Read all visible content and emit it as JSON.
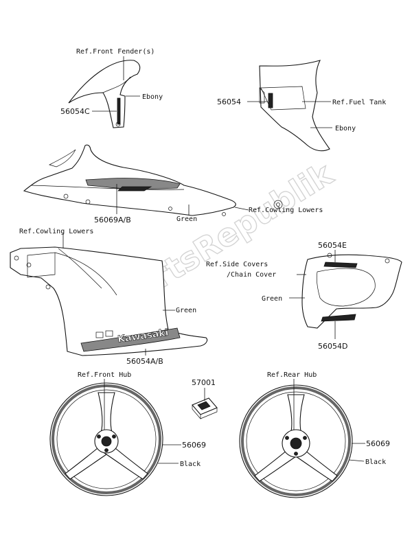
{
  "watermark": "PartsRepublik",
  "labels": {
    "front_fender_ref": "Ref.Front Fender(s)",
    "front_fender_ebony": "Ebony",
    "front_fender_part": "56054C",
    "tank_part": "56054",
    "tank_ref": "Ref.Fuel Tank",
    "tank_ebony": "Ebony",
    "upper_part": "56069A/B",
    "upper_green": "Green",
    "upper_ref": "Ref.Cowling Lowers",
    "lower_ref": "Ref.Cowling Lowers",
    "lower_green": "Green",
    "lower_part": "56054A/B",
    "lower_decal_text": "Kawasaki",
    "side_part_e": "56054E",
    "side_ref_line1": "Ref.Side Covers",
    "side_ref_line2": "/Chain Cover",
    "side_green": "Green",
    "side_part_d": "56054D",
    "front_hub_ref": "Ref.Front Hub",
    "front_wheel_part": "56069",
    "front_wheel_black": "Black",
    "badge_part": "57001",
    "rear_hub_ref": "Ref.Rear Hub",
    "rear_wheel_part": "56069",
    "rear_wheel_black": "Black"
  }
}
